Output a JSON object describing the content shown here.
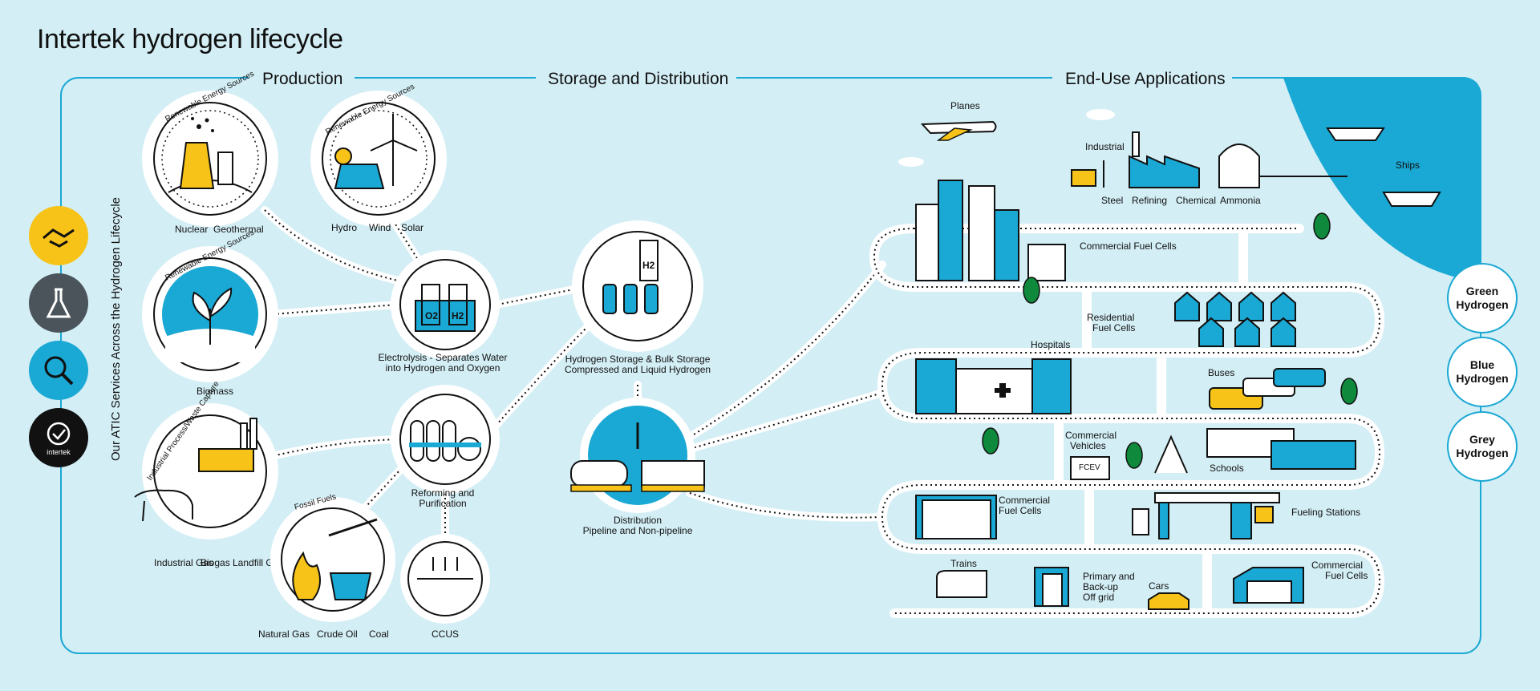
{
  "title": "Intertek hydrogen lifecycle",
  "sections": {
    "production": "Production",
    "storage": "Storage and Distribution",
    "enduse": "End-Use Applications"
  },
  "side_label": "Our ATIC Services Across the Hydrogen Lifecycle",
  "services": [
    {
      "icon": "handshake-icon",
      "color": "#f7c318"
    },
    {
      "icon": "flask-icon",
      "color": "#4a545a"
    },
    {
      "icon": "magnifier-icon",
      "color": "#1aa8d4"
    },
    {
      "icon": "intertek-check-icon",
      "color": "#111111",
      "label": "intertek"
    }
  ],
  "hydrogen_types": [
    "Green Hydrogen",
    "Blue Hydrogen",
    "Grey Hydrogen"
  ],
  "production": {
    "ren1": {
      "arc": "Renewable Energy Sources",
      "labels": [
        "Nuclear",
        "Geothermal"
      ]
    },
    "ren2": {
      "arc": "Renewable Energy Sources",
      "labels": [
        "Hydro",
        "Wind",
        "Solar"
      ]
    },
    "ren3": {
      "arc": "Renewable Energy Sources",
      "labels": [
        "Biomass"
      ]
    },
    "industrial": {
      "arc": "Industrial Process/Waste Capture",
      "labels": [
        "Industrial Gas",
        "Biogas",
        "Landfill Gas"
      ]
    },
    "fossil": {
      "arc": "Fossil Fuels",
      "labels": [
        "Natural Gas",
        "Crude Oil",
        "Coal"
      ]
    },
    "electrolysis": [
      "Electrolysis - Separates Water",
      "into Hydrogen and Oxygen"
    ],
    "reforming": [
      "Reforming and",
      "Purification"
    ],
    "ccus": "CCUS",
    "o2": "O2",
    "h2": "H2"
  },
  "storage": {
    "storage_caption": [
      "Hydrogen Storage & Bulk Storage",
      "Compressed and Liquid Hydrogen"
    ],
    "distribution_caption": [
      "Distribution",
      "Pipeline and Non-pipeline"
    ],
    "h2": "H2"
  },
  "enduse": {
    "planes": "Planes",
    "industrial": "Industrial",
    "steel": "Steel",
    "refining": "Refining",
    "chemical": "Chemical",
    "ammonia": "Ammonia",
    "ships": "Ships",
    "commercial_fuel_cells_1": "Commercial Fuel Cells",
    "residential": [
      "Residential",
      "Fuel Cells"
    ],
    "hospitals": "Hospitals",
    "buses": "Buses",
    "commercial_vehicles": [
      "Commercial",
      "Vehicles"
    ],
    "schools": "Schools",
    "commercial_fuel_cells_2": [
      "Commercial",
      "Fuel Cells"
    ],
    "fueling": "Fueling Stations",
    "trains": "Trains",
    "primary": [
      "Primary and",
      "Back-up",
      "Off grid"
    ],
    "cars": "Cars",
    "commercial_fuel_cells_3": [
      "Commercial",
      "Fuel Cells"
    ],
    "fcev": "FCEV"
  },
  "colors": {
    "blue": "#1aa8d4",
    "yellow": "#f7c318",
    "bg": "#d3eef5",
    "dark": "#111111",
    "grey": "#4a545a"
  }
}
